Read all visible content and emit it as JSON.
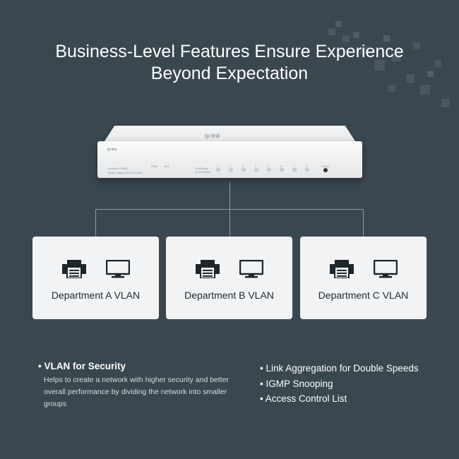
{
  "title_line1": "Business-Level Features Ensure Experience",
  "title_line2": "Beyond Expectation",
  "switch": {
    "top_logo": "tp-link",
    "front_logo": "tp-link",
    "model": "Omada ES208G",
    "model_sub": "Switch Gigabit Smart Switch",
    "led_labels": [
      "PWR",
      "SYS"
    ],
    "speed_labels": [
      "1000Mbps",
      "10/100Mbps"
    ],
    "ports": [
      "1",
      "2",
      "3",
      "4",
      "5",
      "6",
      "7",
      "8"
    ],
    "reset_label": "Reset"
  },
  "departments": [
    {
      "label": "Department A VLAN"
    },
    {
      "label": "Department B VLAN"
    },
    {
      "label": "Department C VLAN"
    }
  ],
  "features": {
    "main": "• VLAN for Security",
    "main_desc": "Helps to create a network with higher security and better overall performance by dividing the network into smaller groups",
    "list": [
      "• Link Aggregation for Double Speeds",
      "• IGMP Snooping",
      "• Access Control List"
    ]
  },
  "colors": {
    "background": "#3a474e",
    "card": "#f2f3f4",
    "line": "#8f9ba2"
  }
}
